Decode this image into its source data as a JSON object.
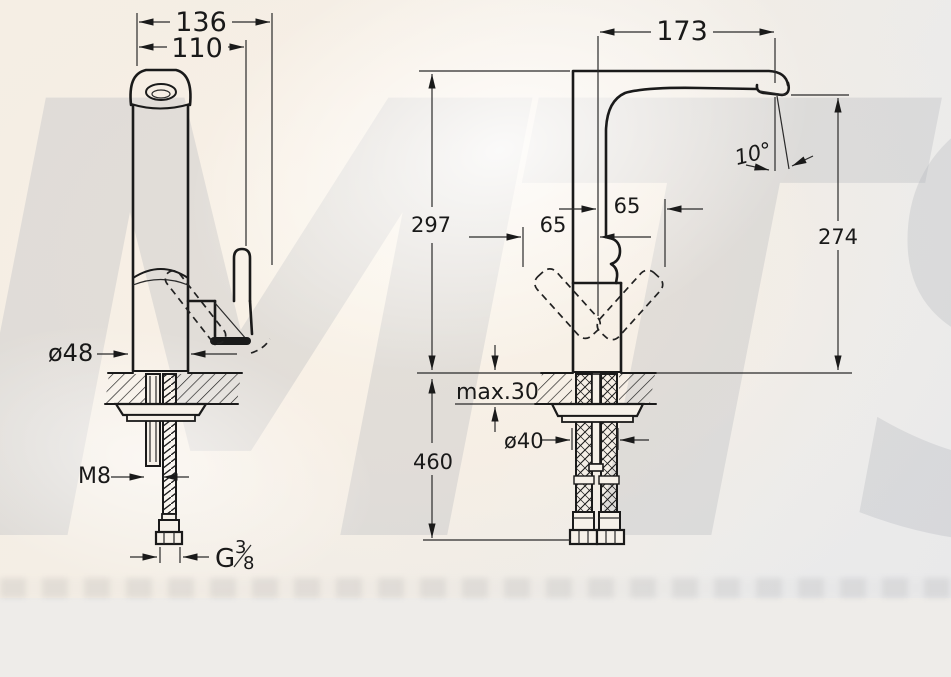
{
  "watermark": "MTS",
  "front_view": {
    "label": "faucet front view",
    "dims": {
      "spout_width_max": "136",
      "spout_width": "110",
      "body_diameter": "ø48",
      "mounting_stud_thread": "M8",
      "hose_thread_prefix": "G",
      "hose_thread_numerator": "3",
      "hose_thread_denominator": "8"
    }
  },
  "side_view": {
    "label": "faucet side view",
    "dims": {
      "spout_reach": "173",
      "height_to_spout_top": "297",
      "handle_swing_left": "65",
      "handle_swing_right": "65",
      "spout_outlet_height": "274",
      "outlet_angle": "10°",
      "counter_thickness_max": "max.30",
      "mounting_hole_diameter": "ø40",
      "hose_length": "460"
    }
  }
}
